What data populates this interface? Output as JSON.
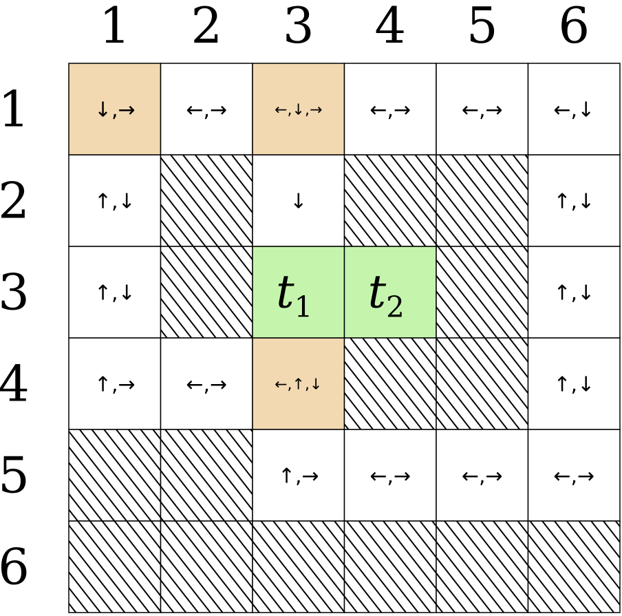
{
  "column_labels": [
    "1",
    "2",
    "3",
    "4",
    "5",
    "6"
  ],
  "row_labels": [
    "1",
    "2",
    "3",
    "4",
    "5",
    "6"
  ],
  "colors": {
    "highlight": "#f3d9b1",
    "target": "#c5f5ad",
    "cell": "#ffffff",
    "line": "#000000"
  },
  "cells": [
    [
      {
        "type": "highlight",
        "label": "↓,→",
        "size": "normal"
      },
      {
        "type": "open",
        "label": "←,→",
        "size": "normal"
      },
      {
        "type": "highlight",
        "label": "←,↓,→",
        "size": "small"
      },
      {
        "type": "open",
        "label": "←,→",
        "size": "normal"
      },
      {
        "type": "open",
        "label": "←,→",
        "size": "normal"
      },
      {
        "type": "open",
        "label": "←,↓",
        "size": "normal"
      }
    ],
    [
      {
        "type": "open",
        "label": "↑,↓",
        "size": "normal"
      },
      {
        "type": "blocked"
      },
      {
        "type": "open",
        "label": "↓",
        "size": "normal"
      },
      {
        "type": "blocked"
      },
      {
        "type": "blocked"
      },
      {
        "type": "open",
        "label": "↑,↓",
        "size": "normal"
      }
    ],
    [
      {
        "type": "open",
        "label": "↑,↓",
        "size": "normal"
      },
      {
        "type": "blocked"
      },
      {
        "type": "target",
        "main": "t",
        "sub": "1"
      },
      {
        "type": "target",
        "main": "t",
        "sub": "2"
      },
      {
        "type": "blocked"
      },
      {
        "type": "open",
        "label": "↑,↓",
        "size": "normal"
      }
    ],
    [
      {
        "type": "open",
        "label": "↑,→",
        "size": "normal"
      },
      {
        "type": "open",
        "label": "←,→",
        "size": "normal"
      },
      {
        "type": "highlight",
        "label": "←,↑,↓",
        "size": "small"
      },
      {
        "type": "blocked"
      },
      {
        "type": "blocked"
      },
      {
        "type": "open",
        "label": "↑,↓",
        "size": "normal"
      }
    ],
    [
      {
        "type": "blocked"
      },
      {
        "type": "blocked"
      },
      {
        "type": "open",
        "label": "↑,→",
        "size": "normal"
      },
      {
        "type": "open",
        "label": "←,→",
        "size": "normal"
      },
      {
        "type": "open",
        "label": "←,→",
        "size": "normal"
      },
      {
        "type": "open",
        "label": "←,→",
        "size": "normal"
      }
    ],
    [
      {
        "type": "blocked"
      },
      {
        "type": "blocked"
      },
      {
        "type": "blocked"
      },
      {
        "type": "blocked"
      },
      {
        "type": "blocked"
      },
      {
        "type": "blocked"
      }
    ]
  ]
}
